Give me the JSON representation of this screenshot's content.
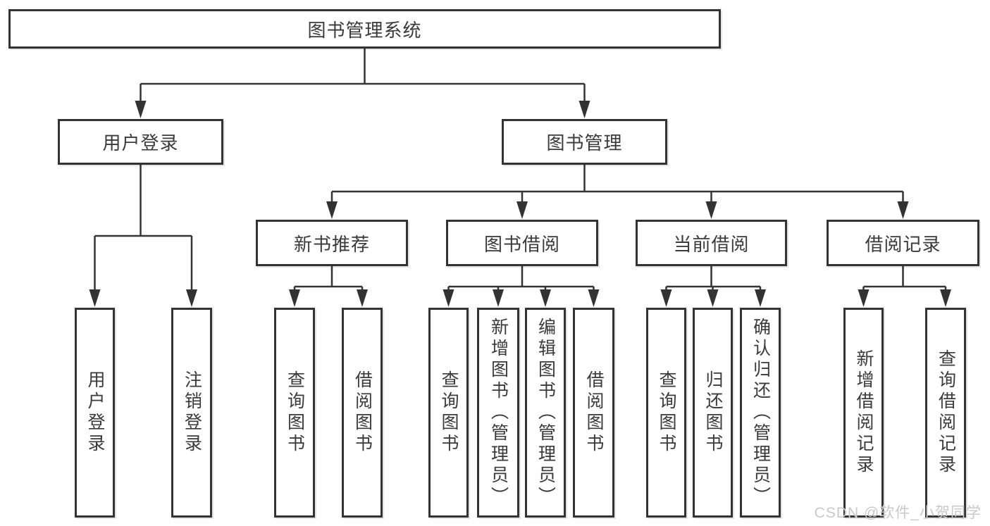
{
  "diagram": {
    "root": {
      "label": "图书管理系统"
    },
    "branches": [
      {
        "label": "用户登录",
        "children": [
          {
            "label": "用户登录"
          },
          {
            "label": "注销登录"
          }
        ]
      },
      {
        "label": "图书管理",
        "children": [
          {
            "label": "新书推荐",
            "children": [
              {
                "label": "查询图书"
              },
              {
                "label": "借阅图书"
              }
            ]
          },
          {
            "label": "图书借阅",
            "children": [
              {
                "label": "查询图书"
              },
              {
                "label": "新增图书（管理员）"
              },
              {
                "label": "编辑图书（管理员）"
              },
              {
                "label": "借阅图书"
              }
            ]
          },
          {
            "label": "当前借阅",
            "children": [
              {
                "label": "查询图书"
              },
              {
                "label": "归还图书"
              },
              {
                "label": "确认归还（管理员）"
              }
            ]
          },
          {
            "label": "借阅记录",
            "children": [
              {
                "label": "新增借阅记录"
              },
              {
                "label": "查询借阅记录"
              }
            ]
          }
        ]
      }
    ]
  },
  "watermark": {
    "text": "CSDN @软件_小贺同学"
  },
  "colors": {
    "line": "#333333",
    "box_border": "#333333",
    "text": "#3a3a3a",
    "watermark": "#c9c9c9",
    "background": "#ffffff"
  }
}
